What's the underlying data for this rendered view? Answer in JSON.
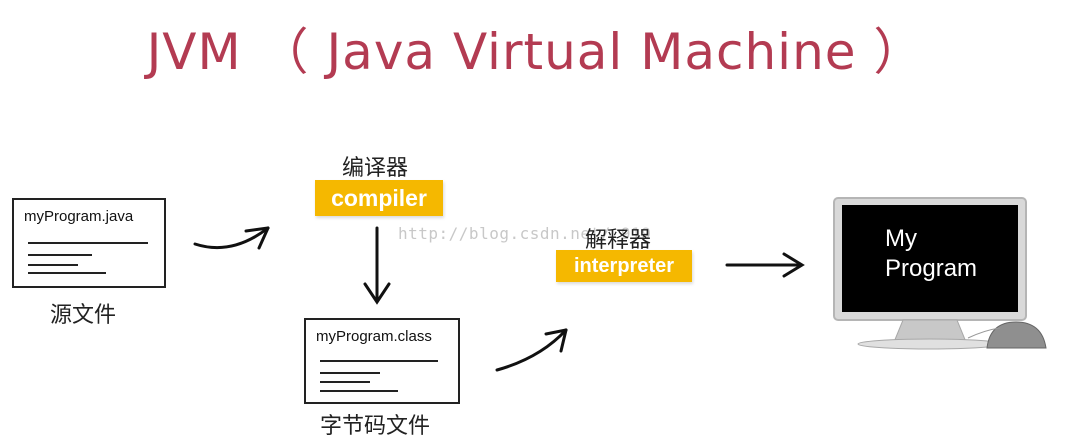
{
  "title": "JVM （ Java Virtual Machine ）",
  "source_file": {
    "filename": "myProgram.java",
    "caption": "源文件"
  },
  "compiler": {
    "label_cn": "编译器",
    "badge": "compiler"
  },
  "bytecode_file": {
    "filename": "myProgram.class",
    "caption": "字节码文件"
  },
  "interpreter": {
    "label_cn": "解释器",
    "badge": "interpreter"
  },
  "screen": {
    "line1": "My",
    "line2": "Program"
  },
  "watermark": "http://blog.csdn.net/      919",
  "colors": {
    "title": "#b33b52",
    "badge": "#f5b800"
  }
}
